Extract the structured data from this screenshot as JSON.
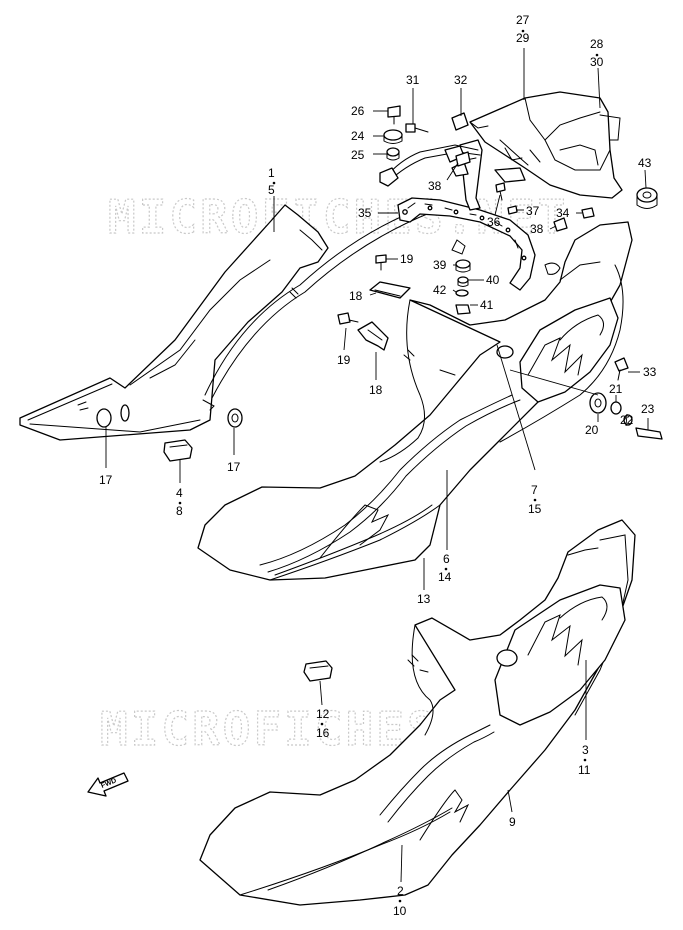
{
  "watermark": "MICROFICHES.NET",
  "fwd_label": "FWD",
  "callouts": {
    "c1": "1",
    "c5": "5",
    "c27": "27",
    "c29": "29",
    "c28": "28",
    "c30": "30",
    "c31": "31",
    "c32": "32",
    "c26": "26",
    "c24": "24",
    "c25": "25",
    "c43": "43",
    "c35": "35",
    "c38a": "38",
    "c36": "36",
    "c37": "37",
    "c34": "34",
    "c38b": "38",
    "c19a": "19",
    "c39": "39",
    "c40": "40",
    "c18a": "18",
    "c42": "42",
    "c41": "41",
    "c19b": "19",
    "c18b": "18",
    "c33": "33",
    "c21": "21",
    "c23": "23",
    "c20": "20",
    "c22": "22",
    "c17a": "17",
    "c17b": "17",
    "c4": "4",
    "c8": "8",
    "c7": "7",
    "c15": "15",
    "c6": "6",
    "c14": "14",
    "c13": "13",
    "c12": "12",
    "c16": "16",
    "c3": "3",
    "c11": "11",
    "c9": "9",
    "c2": "2",
    "c10": "10"
  }
}
